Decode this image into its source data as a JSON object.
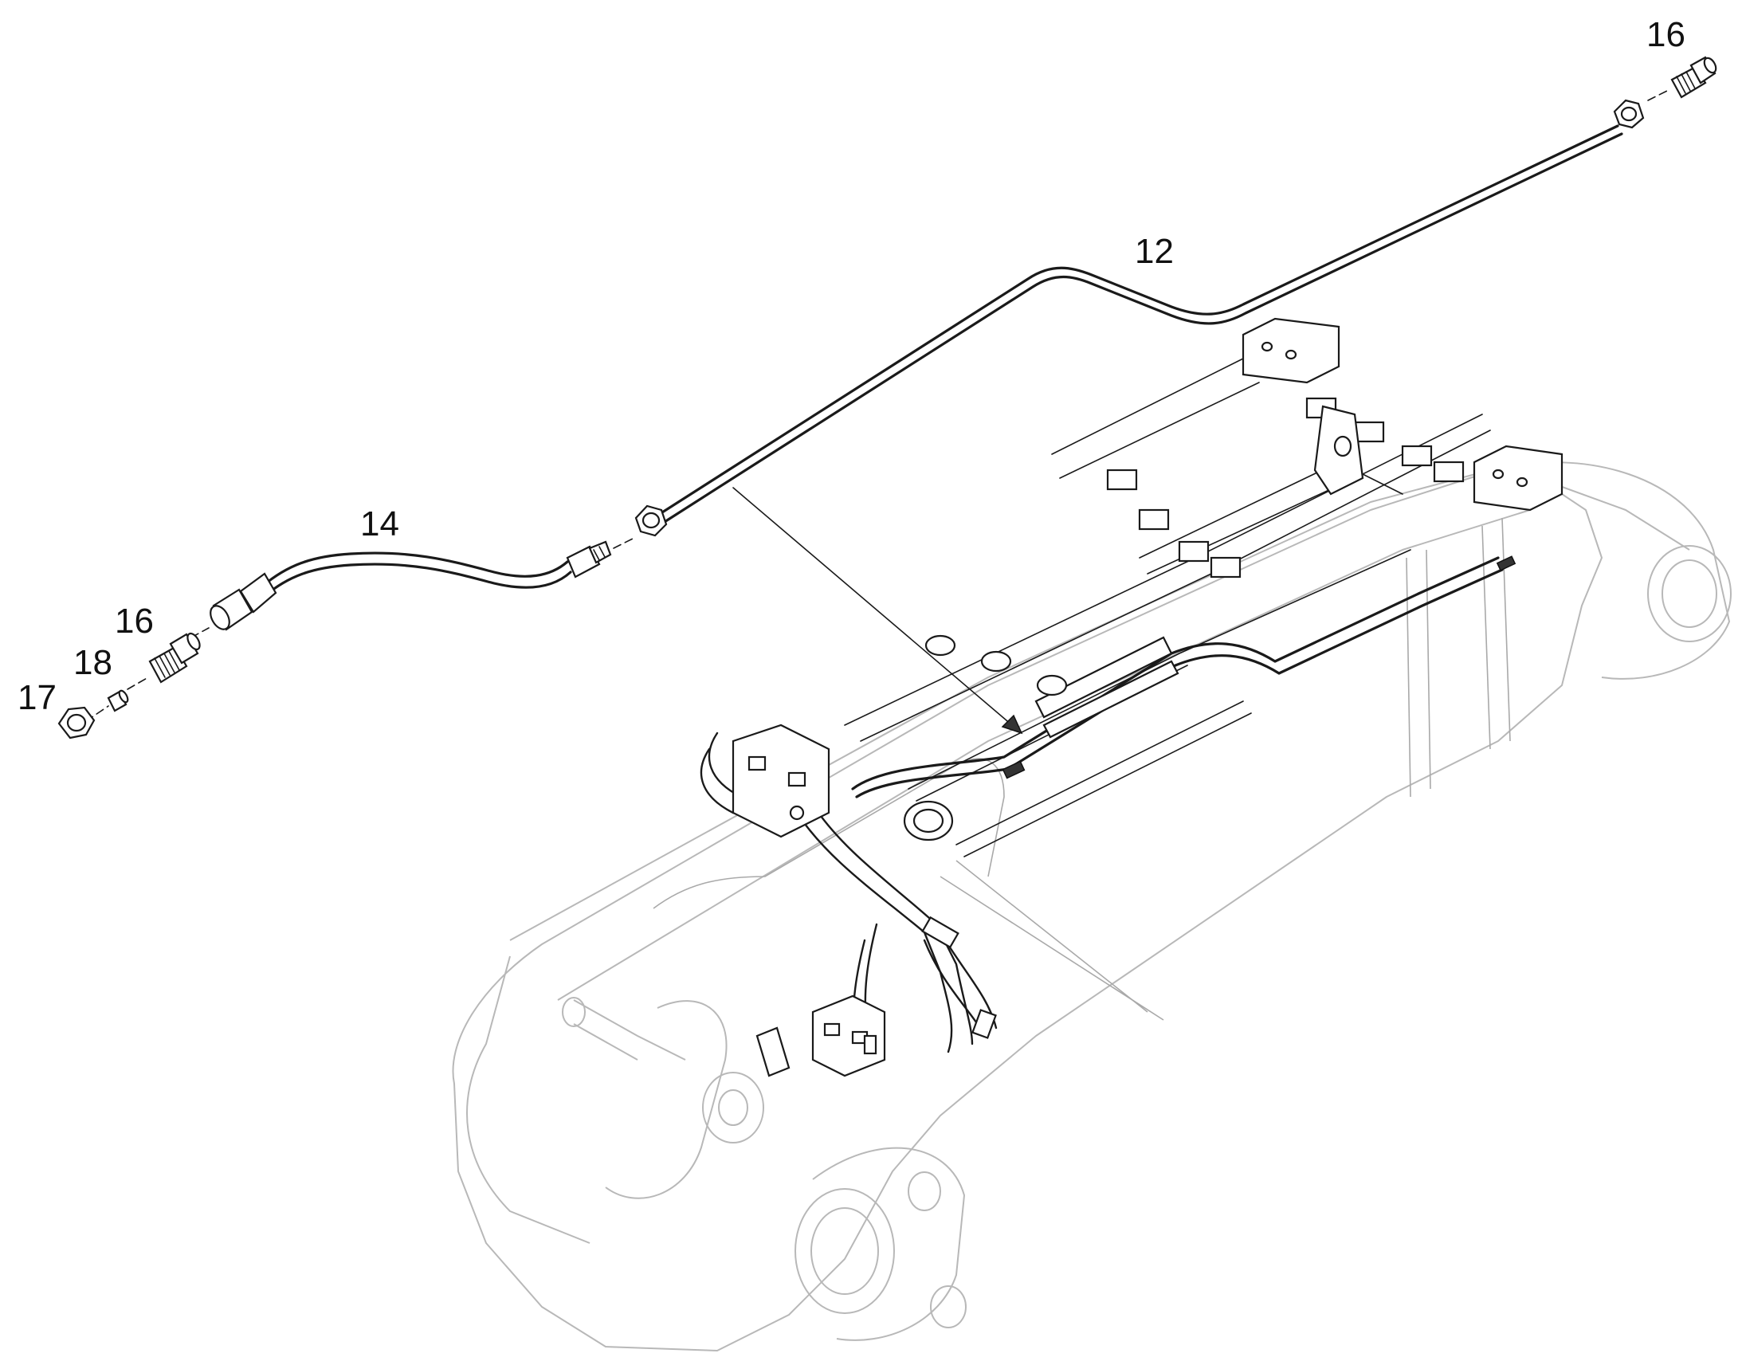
{
  "diagram": {
    "callouts": {
      "c16_top": "16",
      "c12": "12",
      "c14": "14",
      "c16_left": "16",
      "c18": "18",
      "c17": "17"
    }
  }
}
